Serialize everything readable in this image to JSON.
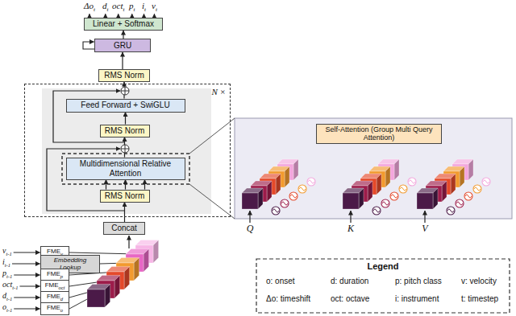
{
  "diagram": {
    "nodes": [
      {
        "text": [
          "Linear + Softmax"
        ]
      },
      {
        "text": [
          "GRU"
        ]
      },
      {
        "text": [
          "RMS Norm"
        ]
      },
      {
        "text": [
          "N ×"
        ]
      },
      {
        "text": [
          "Feed Forward + SwiGLU"
        ],
        "in": 3
      },
      {
        "text": [
          "RMS Norm"
        ],
        "in": 3
      },
      {
        "text": [
          "Multidimensional Relative Attention"
        ],
        "in": 3
      },
      {
        "text": [
          "RMS Norm"
        ],
        "in": 3
      },
      {
        "text": [
          "Concat"
        ]
      },
      {
        "text": [
          "FME",
          "v"
        ]
      },
      {
        "text": [
          "Embedding Lookup"
        ]
      },
      {
        "text": [
          "FME",
          "p"
        ]
      },
      {
        "text": [
          "FME",
          "oct"
        ]
      },
      {
        "text": [
          "FME",
          "d"
        ]
      },
      {
        "text": [
          "FME",
          "o"
        ]
      },
      {
        "text": [
          "Self-Attention (Group Multi Query Attention)"
        ]
      }
    ],
    "edges": [
      {
        "from": 1,
        "to": 0,
        "arrow": "to"
      },
      {
        "from": 2,
        "to": 1,
        "arrow": "to"
      },
      {
        "from": 4,
        "to": 2,
        "arrow": "to"
      },
      {
        "from": 5,
        "to": 4,
        "arrow": "to"
      },
      {
        "from": 6,
        "to": 5,
        "arrow": "to"
      },
      {
        "from": 7,
        "to": 6,
        "arrow": "to"
      },
      {
        "from": 7,
        "to": 6,
        "arrow": "to"
      },
      {
        "from": 7,
        "to": 6,
        "arrow": "to"
      },
      {
        "from": 8,
        "to": 7,
        "arrow": "to"
      }
    ],
    "labels": [
      "Δo",
      "t",
      "d",
      "t",
      "oct",
      "t",
      "p",
      "t",
      "i",
      "t",
      "v",
      "t",
      "v",
      "t-1",
      "i",
      "t-1",
      "p",
      "t-1",
      "oct",
      "t-1",
      "d",
      "t-1",
      "o",
      "t-1",
      "Q",
      "K",
      "V",
      "Legend"
    ],
    "legend": [
      {
        "text": "o: onset"
      },
      {
        "text": "d: duration"
      },
      {
        "text": "p: pitch class"
      },
      {
        "text": "v: velocity"
      },
      {
        "text": "Δo: timeshift"
      },
      {
        "text": "oct: octave"
      },
      {
        "text": "i: instrument"
      },
      {
        "text": "t: timestep"
      }
    ]
  }
}
